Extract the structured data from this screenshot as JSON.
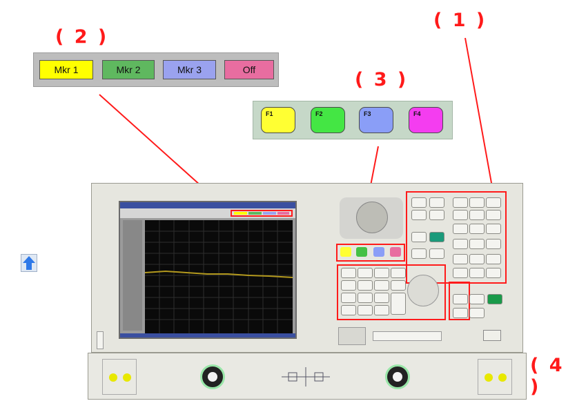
{
  "callouts": {
    "c1": "( 1 )",
    "c2": "( 2 )",
    "c3": "( 3 )",
    "c4": "( 4 )"
  },
  "markers": [
    {
      "label": "Mkr 1",
      "color": "#ffff00"
    },
    {
      "label": "Mkr 2",
      "color": "#5fb85f"
    },
    {
      "label": "Mkr 3",
      "color": "#9aa2ef"
    },
    {
      "label": "Off",
      "color": "#e86da0"
    }
  ],
  "function_keys": [
    {
      "label": "F1",
      "color": "#ffff33"
    },
    {
      "label": "F2",
      "color": "#44e644"
    },
    {
      "label": "F3",
      "color": "#8a9ef7"
    },
    {
      "label": "F4",
      "color": "#f43df0"
    }
  ],
  "colors": {
    "callout": "#ff1a1a",
    "up_arrow": "#2f79e8"
  },
  "icons": {
    "up_arrow": "up-arrow-icon"
  }
}
